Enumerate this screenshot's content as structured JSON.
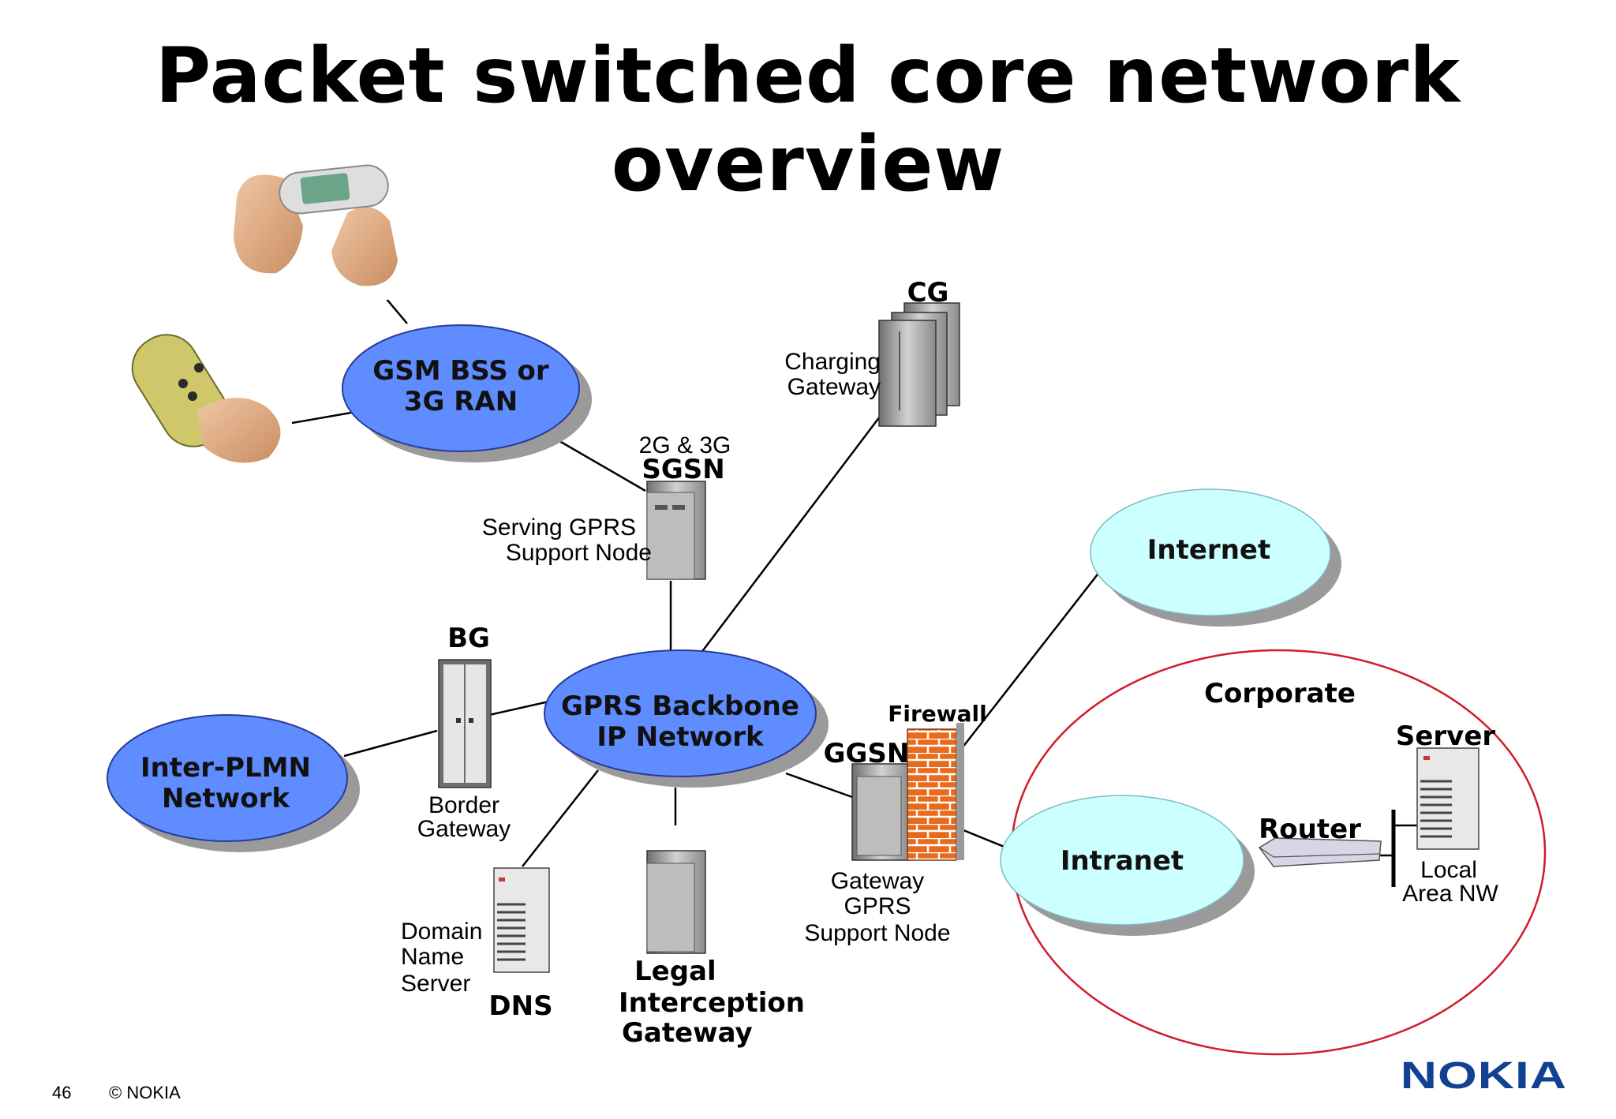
{
  "title": "Packet switched core network overview",
  "footer": {
    "page_number": "46",
    "copyright": "© NOKIA"
  },
  "brand": "NOKIA",
  "colors": {
    "cloud_blue": "#5f8cff",
    "cloud_cyan": "#ccffff",
    "shadow": "#9a9a9a",
    "firewall": "#e86a1d",
    "corporate_ring": "#d21a2a"
  },
  "clouds": {
    "ran": [
      "GSM BSS or",
      "3G RAN"
    ],
    "backbone": [
      "GPRS Backbone",
      "IP Network"
    ],
    "inter_plmn": [
      "Inter-PLMN",
      "Network"
    ],
    "internet": [
      "Internet"
    ],
    "intranet": [
      "Intranet"
    ]
  },
  "nodes": {
    "cg": {
      "code": "CG",
      "desc": [
        "Charging",
        "Gateway"
      ]
    },
    "sgsn": {
      "top": "2G & 3G",
      "code": "SGSN",
      "desc": [
        "Serving GPRS",
        "Support Node"
      ]
    },
    "bg": {
      "code": "BG",
      "desc": [
        "Border",
        "Gateway"
      ]
    },
    "ggsn": {
      "code": "GGSN",
      "desc": [
        "Gateway",
        "GPRS",
        "Support Node"
      ]
    },
    "firewall": {
      "label": "Firewall"
    },
    "dns": {
      "code": "DNS",
      "desc": [
        "Domain",
        "Name",
        "Server"
      ]
    },
    "lig": {
      "lines": [
        "Legal",
        "Interception",
        "Gateway"
      ]
    },
    "corporate": {
      "label": "Corporate"
    },
    "server": {
      "label": "Server"
    },
    "router": {
      "label": "Router"
    },
    "lan": {
      "lines": [
        "Local",
        "Area NW"
      ]
    }
  },
  "icons": [
    "handset-photo",
    "pda-photo",
    "server-rack-icon",
    "firewall-brick-icon",
    "router-icon"
  ]
}
